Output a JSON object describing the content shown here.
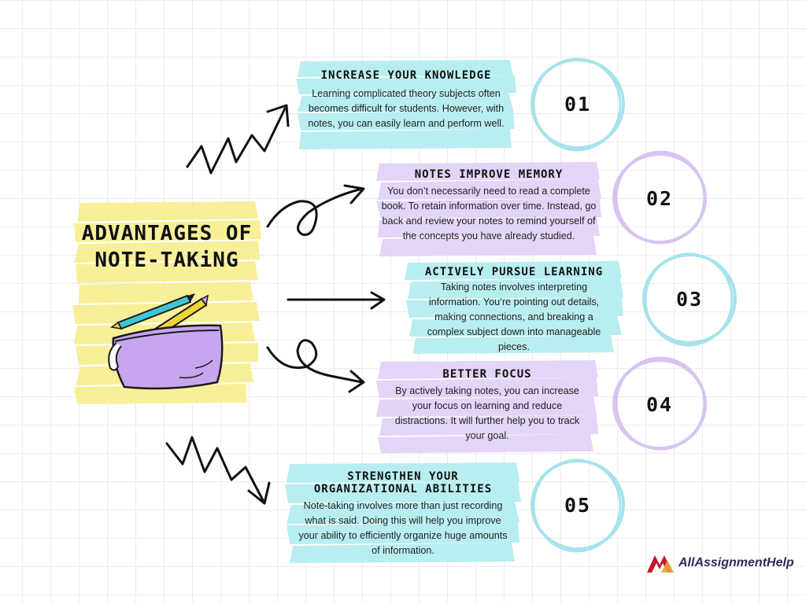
{
  "title": "ADVANTAGES OF NOTE-TAKiNG",
  "items": [
    {
      "number": "01",
      "heading": "INCREASE YOUR KNOWLEDGE",
      "body": "Learning complicated theory subjects often becomes difficult for students. However, with notes, you can easily learn and perform well.",
      "color": "#b8eef0",
      "ring": "#a6e3ea"
    },
    {
      "number": "02",
      "heading": "NOTES IMPROVE MEMORY",
      "body": "You don’t necessarily need to read a complete book. To retain information over time. Instead, go back and review your notes to remind yourself of the concepts you have already studied.",
      "color": "#e3d4f8",
      "ring": "#d7c4f3"
    },
    {
      "number": "03",
      "heading": "ACTiVELY PURSUE LEARNiNG",
      "body": "Taking notes involves interpreting information. You’re pointing out details, making connections, and breaking a complex subject down into manageable pieces.",
      "color": "#b8eef0",
      "ring": "#a6e3ea"
    },
    {
      "number": "04",
      "heading": "BETTER FOCUS",
      "body": "By actively taking notes, you can increase your focus on learning and reduce distractions. It will further help you to track your goal.",
      "color": "#e3d4f8",
      "ring": "#d7c4f3"
    },
    {
      "number": "05",
      "heading": "STRENGTHEN YOUR ORGANiZATiONAL ABiLiTiES",
      "body": "Note-taking involves more than just recording what is said. Doing this will help you improve your ability to efficiently organize huge amounts of information.",
      "color": "#b8eef0",
      "ring": "#a6e3ea"
    }
  ],
  "brand": {
    "name": "AllAssignmentHelp",
    "primary_color": "#c0182a",
    "secondary_color": "#e8a33a",
    "text_color": "#2d2d5a"
  },
  "accent_colors": {
    "highlight_yellow": "#f8ef8f",
    "pouch_purple": "#c6a6ef",
    "pen_teal": "#3fc6d6",
    "pen_yellow": "#f2d23a"
  },
  "icons": [
    "pencil-case-illustration",
    "pen-icon",
    "pencil-icon",
    "arrow-icon",
    "brand-logo-icon"
  ]
}
